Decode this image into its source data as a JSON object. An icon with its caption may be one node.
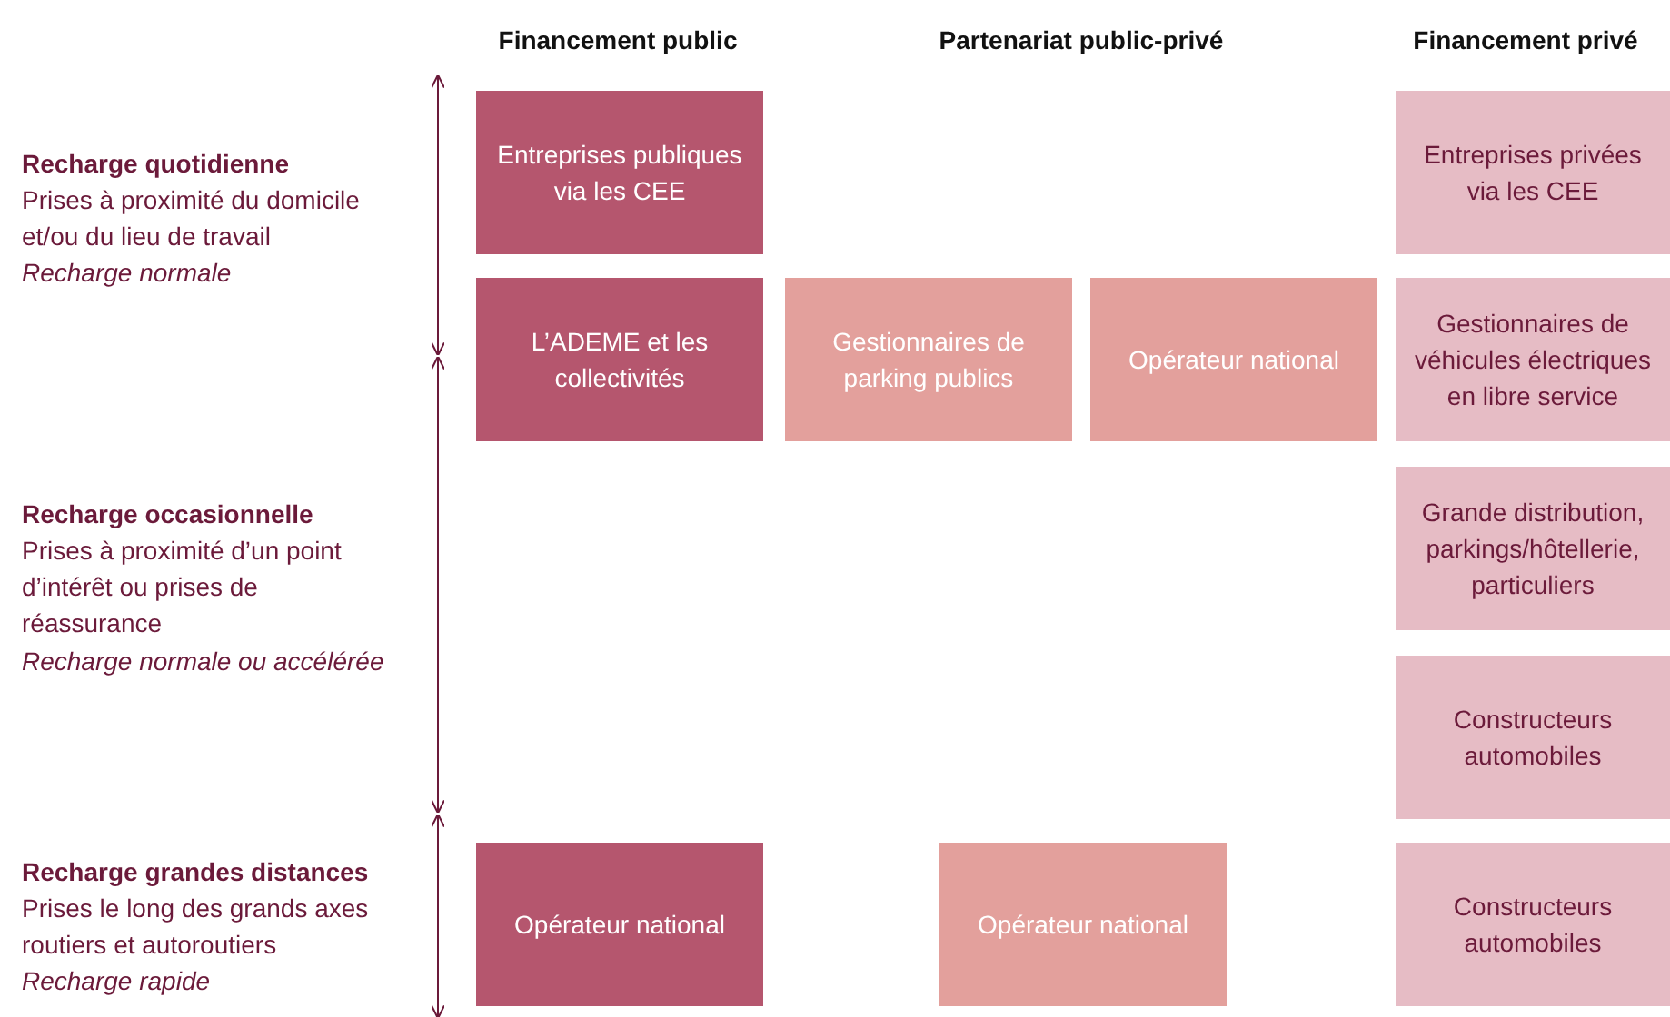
{
  "diagram": {
    "nodes": [
      {
        "text": [
          "Entreprises publiques via les CEE"
        ]
      },
      {
        "text": [
          "Entreprises privées via les CEE"
        ]
      },
      {
        "text": [
          "L’ADEME et les collectivités"
        ]
      },
      {
        "text": [
          "Gestionnaires de parking publics"
        ]
      },
      {
        "text": [
          "Opérateur national"
        ]
      },
      {
        "text": [
          "Gestionnaires de véhicules électriques en libre service"
        ]
      },
      {
        "text": [
          "Grande distribution, parkings/hôtellerie, particuliers"
        ]
      },
      {
        "text": [
          "Constructeurs automobiles"
        ]
      },
      {
        "text": [
          "Opérateur national"
        ]
      },
      {
        "text": [
          "Opérateur national"
        ]
      },
      {
        "text": [
          "Constructeurs automobiles"
        ]
      }
    ],
    "edges": [],
    "labels": [
      "Financement public",
      "Partenariat public-privé",
      "Financement privé",
      "Recharge quotidienne",
      "Prises à proximité du domicile et/ou du lieu de travail",
      "Recharge normale",
      "Recharge occasionnelle",
      "Prises à proximité d’un point d’intérêt ou prises de réassurance",
      "Recharge normale ou accélérée",
      "Recharge grandes distances",
      "Prises le long des grands axes routiers et autoroutiers",
      "Recharge rapide"
    ]
  }
}
